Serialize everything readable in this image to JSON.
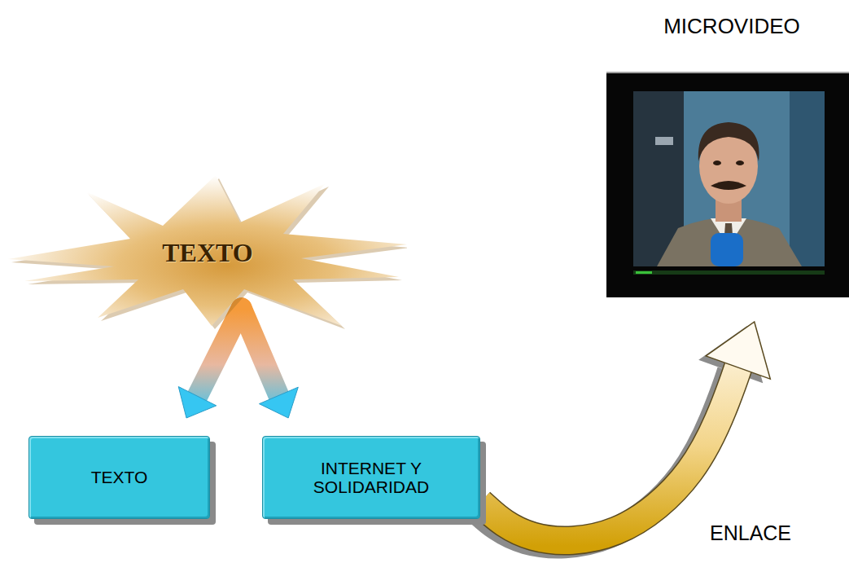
{
  "diagram": {
    "nodes": [
      {
        "text": [
          "MICROVIDEO"
        ]
      },
      {
        "text": [
          "TEXTO"
        ]
      },
      {
        "text": [
          "TEXTO"
        ]
      },
      {
        "text": [
          "INTERNET Y SOLIDARIDAD"
        ]
      }
    ],
    "edges": [
      {
        "from": 1,
        "to": 2,
        "arrow": "to"
      },
      {
        "from": 1,
        "to": 3,
        "arrow": "to"
      },
      {
        "from": 3,
        "to": 0,
        "label": "ENLACE",
        "arrow": "to"
      }
    ]
  }
}
